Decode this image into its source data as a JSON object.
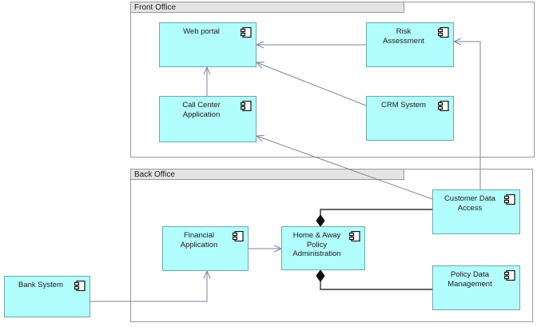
{
  "diagram": {
    "type": "uml-component-diagram",
    "background": "#ffffff",
    "component_fill": "#b2fdfd",
    "component_stroke": "#6fa8a8",
    "frame_stroke": "#9a9a9a",
    "frame_tab_fill": "#e4e4e4",
    "connector_color": "#7a8699",
    "composition_color": "#333333"
  },
  "frames": [
    {
      "id": "front-office",
      "label": "Front Office"
    },
    {
      "id": "back-office",
      "label": "Back Office"
    }
  ],
  "components": [
    {
      "id": "web-portal",
      "label": "Web portal",
      "icon": "component-icon"
    },
    {
      "id": "call-center",
      "label": "Call Center\nApplication",
      "icon": "component-icon"
    },
    {
      "id": "risk-assessment",
      "label": "Risk\nAssessment",
      "icon": "component-icon"
    },
    {
      "id": "crm-system",
      "label": "CRM System",
      "icon": "component-icon"
    },
    {
      "id": "customer-data",
      "label": "Customer Data\nAccess",
      "icon": "component-icon"
    },
    {
      "id": "financial-app",
      "label": "Financial\nApplication",
      "icon": "component-icon"
    },
    {
      "id": "home-away",
      "label": "Home & Away\nPolicy\nAdministration",
      "icon": "component-icon"
    },
    {
      "id": "policy-data",
      "label": "Policy Data\nManagement",
      "icon": "component-icon"
    },
    {
      "id": "bank-system",
      "label": "Bank System",
      "icon": "component-icon"
    }
  ],
  "connections": [
    {
      "from": "risk-assessment",
      "to": "web-portal",
      "kind": "dependency"
    },
    {
      "from": "crm-system",
      "to": "web-portal",
      "kind": "dependency"
    },
    {
      "from": "customer-data",
      "to": "risk-assessment",
      "kind": "dependency"
    },
    {
      "from": "customer-data",
      "to": "call-center",
      "kind": "dependency"
    },
    {
      "from": "call-center",
      "to": "web-portal",
      "kind": "dependency"
    },
    {
      "from": "financial-app",
      "to": "home-away",
      "kind": "dependency"
    },
    {
      "from": "bank-system",
      "to": "financial-app",
      "kind": "dependency"
    },
    {
      "from": "customer-data",
      "to": "home-away",
      "kind": "composition"
    },
    {
      "from": "policy-data",
      "to": "home-away",
      "kind": "composition"
    }
  ]
}
